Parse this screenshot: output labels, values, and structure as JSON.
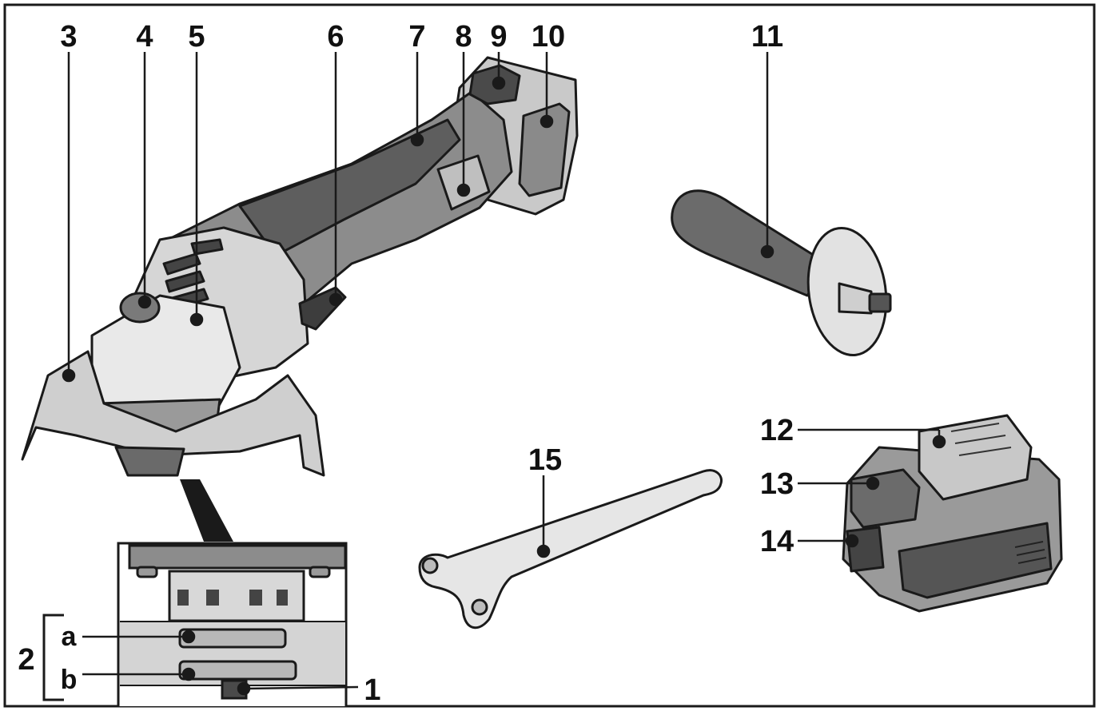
{
  "callouts": {
    "c1": "1",
    "c2": "2",
    "c2a": "a",
    "c2b": "b",
    "c3": "3",
    "c4": "4",
    "c5": "5",
    "c6": "6",
    "c7": "7",
    "c8": "8",
    "c9": "9",
    "c10": "10",
    "c11": "11",
    "c12": "12",
    "c13": "13",
    "c14": "14",
    "c15": "15"
  },
  "colors": {
    "outline": "#1a1a1a",
    "dark_grey": "#6e6e6e",
    "mid_grey": "#a8a8a8",
    "light_grey": "#dcdcdc",
    "background": "#ffffff"
  }
}
